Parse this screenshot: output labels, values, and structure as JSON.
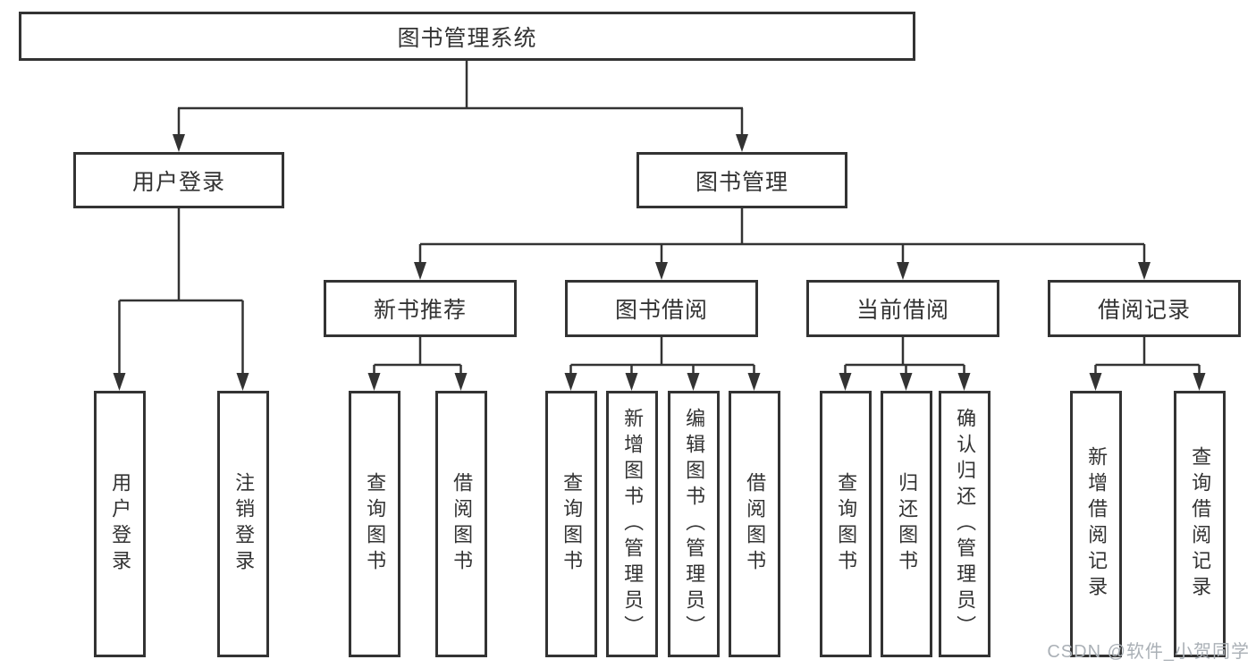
{
  "diagram": {
    "root": "图书管理系统",
    "branches": {
      "user_login": {
        "label": "用户登录",
        "children": [
          "用户登录",
          "注销登录"
        ]
      },
      "book_mgmt": {
        "label": "图书管理",
        "modules": {
          "new_books": {
            "label": "新书推荐",
            "children": [
              "查询图书",
              "借阅图书"
            ]
          },
          "book_borrow": {
            "label": "图书借阅",
            "children": [
              "查询图书",
              "新增图书（管理员）",
              "编辑图书（管理员）",
              "借阅图书"
            ]
          },
          "current_borrow": {
            "label": "当前借阅",
            "children": [
              "查询图书",
              "归还图书",
              "确认归还（管理员）"
            ]
          },
          "borrow_records": {
            "label": "借阅记录",
            "children": [
              "新增借阅记录",
              "查询借阅记录"
            ]
          }
        }
      }
    },
    "watermark": "CSDN @软件_小贺同学",
    "colors": {
      "line": "#333333",
      "border": "#333333",
      "text": "#333333",
      "watermark": "#aab0b6",
      "background": "#ffffff"
    }
  }
}
